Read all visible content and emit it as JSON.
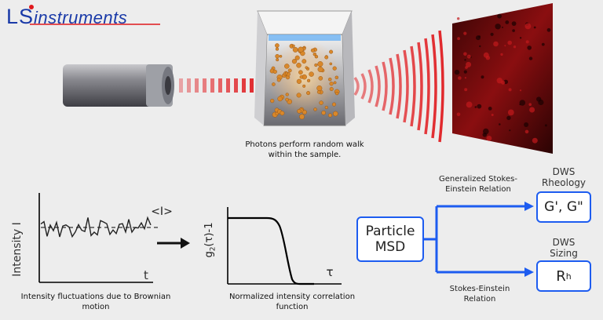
{
  "logo": {
    "brand_initials": "LS",
    "brand_rest": "instruments"
  },
  "captions": {
    "random_walk": [
      "Photons perform random walk",
      "within the sample."
    ],
    "intensity": [
      "Intensity fluctuations due to Brownian",
      "motion"
    ],
    "correlation": [
      "Normalized intensity correlation",
      "function"
    ]
  },
  "intensity_plot": {
    "ylabel": "Intensity  I",
    "xlabel": "t",
    "mean_label": "<I>"
  },
  "correlation_plot": {
    "ylabel": "g2(τ)-1",
    "ylabel_base": "g",
    "ylabel_sub": "2",
    "ylabel_rest": "(τ)-1",
    "xlabel": "τ"
  },
  "flow": {
    "source": [
      "Particle",
      "MSD"
    ],
    "upper_relation": [
      "Generalized Stokes-",
      "Einstein Relation"
    ],
    "lower_relation": [
      "Stokes-Einstein",
      "Relation"
    ],
    "rheology_title": [
      "DWS",
      "Rheology"
    ],
    "rheology_value": "G', G\"",
    "sizing_title": [
      "DWS",
      "Sizing"
    ],
    "sizing_value_base": "R",
    "sizing_value_sub": "h"
  },
  "colors": {
    "accent": "#1d5cf0",
    "laser": "#e0181c",
    "logo": "#1a3aa8"
  }
}
